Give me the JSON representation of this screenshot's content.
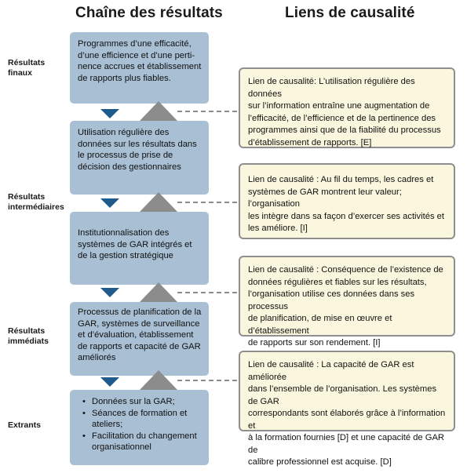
{
  "headers": {
    "left": "Chaîne des résultats",
    "right": "Liens de causalité"
  },
  "levels": {
    "final": [
      "Résultats",
      "finaux"
    ],
    "intermediate": [
      "Résultats",
      "intermédiaires"
    ],
    "immediate": [
      "Résultats",
      "immédiats"
    ],
    "outputs": [
      "Extrants"
    ]
  },
  "chain": [
    {
      "lines": [
        "Programmes d’une efficacité,",
        "d’une efficience et d’une perti-",
        "nence accrues et établissement",
        "de rapports plus fiables."
      ]
    },
    {
      "lines": [
        "Utilisation régulière des",
        "données sur les résultats dans",
        "le processus de prise de",
        "décision des gestionnaires"
      ]
    },
    {
      "lines": [
        "Institutionnalisation des",
        "systèmes de GAR intégrés et",
        "de la gestion stratégique"
      ]
    },
    {
      "lines": [
        "Processus de planification de la",
        "GAR, systèmes de surveillance",
        "et d’évaluation, établissement",
        "de rapports et capacité de GAR",
        "améliorés"
      ]
    }
  ],
  "outputs": [
    [
      "Données sur la GAR;"
    ],
    [
      "Séances de formation et",
      "ateliers;"
    ],
    [
      "Facilitation du changement",
      "organisationnel"
    ]
  ],
  "causal_links": [
    {
      "lines": [
        "Lien de causalité: L’utilisation régulière des données",
        "sur l’information entraîne une augmentation de",
        "l’efficacité, de l’efficience et de la pertinence des",
        "programmes ainsi que de la fiabilité du processus",
        "d’établissement de rapports. [E]"
      ]
    },
    {
      "lines": [
        "Lien de causalité : Au fil du temps, les cadres et",
        "systèmes de GAR montrent leur valeur; l’organisation",
        "les intègre dans sa façon d’exercer ses activités et",
        "les améliore. [I]"
      ]
    },
    {
      "lines": [
        "Lien de causalité : Conséquence de l’existence de",
        "données régulières et fiables sur les résultats,",
        "l’organisation utilise ces données dans ses processus",
        "de planification, de mise en œuvre et d’établissement",
        "de rapports sur son rendement. [I]"
      ]
    },
    {
      "lines": [
        "Lien de causalité : La capacité de GAR est améliorée",
        "dans l’ensemble de l’organisation. Les systèmes de GAR",
        "correspondants sont élaborés grâce à l’information et",
        "à la formation fournies [D] et une capacité de GAR de",
        "calibre professionnel est acquise. [D]"
      ]
    }
  ],
  "colors": {
    "chain_box": "#a8bfd4",
    "causal_box": "#fbf7df",
    "arrow_down": "#1e5a8c",
    "arrow_up": "#8c8c8c"
  }
}
